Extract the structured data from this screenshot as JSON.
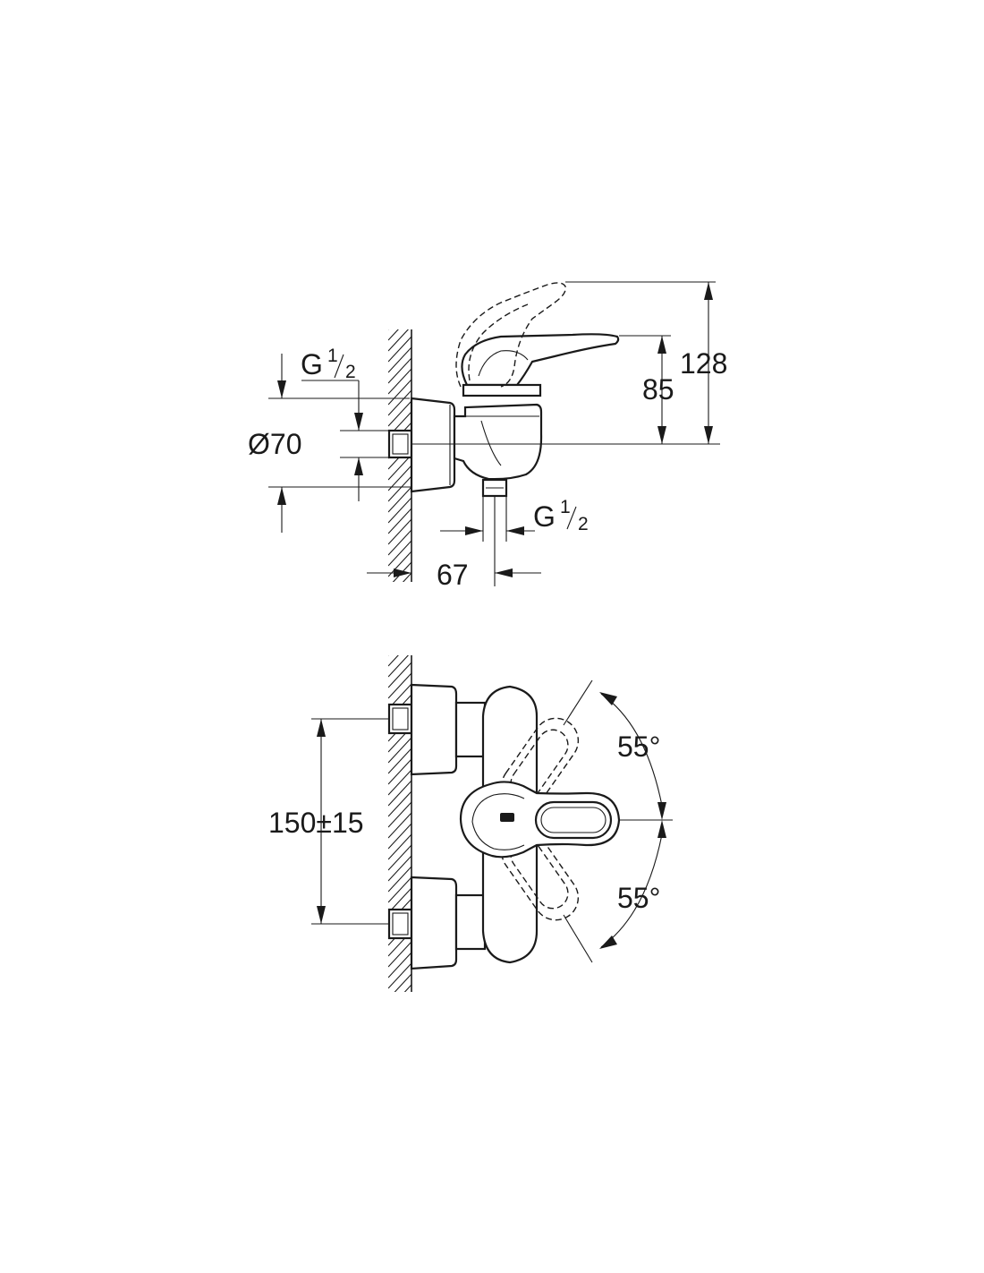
{
  "side_view": {
    "thread_inlet": {
      "main": "G",
      "sup": "1",
      "sub": "2"
    },
    "diameter": "Ø70",
    "height_lever_max": "128",
    "height_lever": "85",
    "thread_outlet": {
      "main": "G",
      "sup": "1",
      "sub": "2"
    },
    "projection": "67"
  },
  "front_view": {
    "centre_distance": "150±15",
    "angle_up": "55°",
    "angle_down": "55°"
  }
}
